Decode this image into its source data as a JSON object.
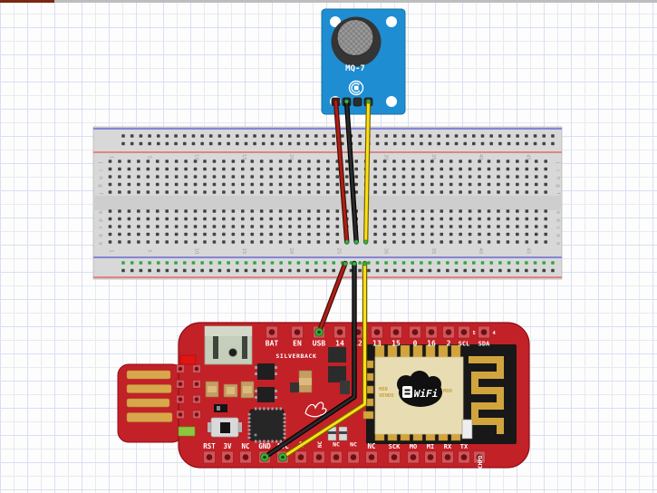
{
  "app": {
    "top_bar_red": "#7c2810",
    "top_bar_gray": "#bdbdbd"
  },
  "sensor": {
    "label": "MQ-7",
    "board_color": "#1f8dd1",
    "pin_count": 4
  },
  "breadboard": {
    "row_letters_top": [
      "j",
      "i",
      "h",
      "g",
      "f"
    ],
    "row_letters_bottom": [
      "e",
      "d",
      "c",
      "b",
      "a"
    ],
    "column_numbers": [
      "1",
      "5",
      "10",
      "15",
      "20",
      "25",
      "30",
      "35",
      "40",
      "45"
    ],
    "power_rail_positive_color": "#e08484",
    "power_rail_negative_color": "#8585d8",
    "connected_hole_color": "#2fa83c"
  },
  "dev_board": {
    "silkscreen_name": "SILVERBACK",
    "board_color": "#c22127",
    "top_pins": [
      {
        "label": "BAT"
      },
      {
        "label": "EN"
      },
      {
        "label": "USB",
        "connected": true
      },
      {
        "label": "14"
      },
      {
        "label": "12"
      },
      {
        "label": "13"
      },
      {
        "label": "15"
      },
      {
        "label": "0"
      },
      {
        "label": "16"
      },
      {
        "label": "2"
      },
      {
        "label": "SCL",
        "number": "5"
      },
      {
        "label": "SDA",
        "number": "4"
      }
    ],
    "bottom_pins": [
      {
        "label": "RST"
      },
      {
        "label": "3V"
      },
      {
        "label": "NC"
      },
      {
        "label": "GND",
        "connected": true
      },
      {
        "label": "ADC",
        "connected": true
      },
      {
        "label": "12",
        "vertical": true
      },
      {
        "label": "NC",
        "vertical": true
      },
      {
        "label": "NC"
      },
      {
        "label": "NC"
      },
      {
        "label": "NC"
      },
      {
        "label": "SCK"
      },
      {
        "label": "MO"
      },
      {
        "label": "MI"
      },
      {
        "label": "RX"
      },
      {
        "label": "TX"
      },
      {
        "label": "CHPD",
        "vertical": true
      }
    ],
    "wifi_module": {
      "logo_text": "WiFi",
      "gold_text_left_line1": "MOD",
      "gold_text_left_line2": "VENDO",
      "gold_text_right": "MOD"
    }
  },
  "wires": [
    {
      "name": "sensor-red",
      "color": "#b01e14",
      "outline": "#43100b"
    },
    {
      "name": "sensor-black",
      "color": "#2b2b2b",
      "outline": "#000000"
    },
    {
      "name": "sensor-yellow",
      "color": "#ffdf17",
      "outline": "#6e6400"
    },
    {
      "name": "rail-to-usb-red",
      "color": "#b01e14",
      "outline": "#43100b"
    },
    {
      "name": "rail-to-gnd-black",
      "color": "#2b2b2b",
      "outline": "#000000"
    },
    {
      "name": "rail-to-adc-yellow",
      "color": "#ffdf17",
      "outline": "#6e6400"
    }
  ]
}
